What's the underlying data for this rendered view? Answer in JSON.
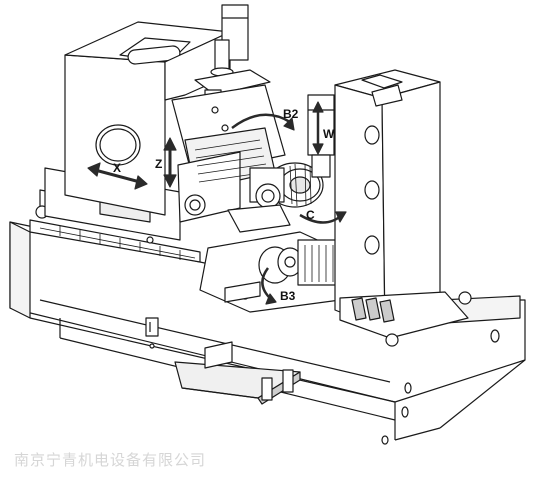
{
  "figure": {
    "labels": {
      "x": "X",
      "z": "Z",
      "b2": "B2",
      "w": "W",
      "b3": "B3",
      "c": "C"
    }
  },
  "watermark": "南京宁青机电设备有限公司",
  "colors": {
    "line": "#1a1a1a",
    "fill": "#ffffff",
    "shade": "#6a6a6a",
    "watermark": "#d6d6d6"
  }
}
